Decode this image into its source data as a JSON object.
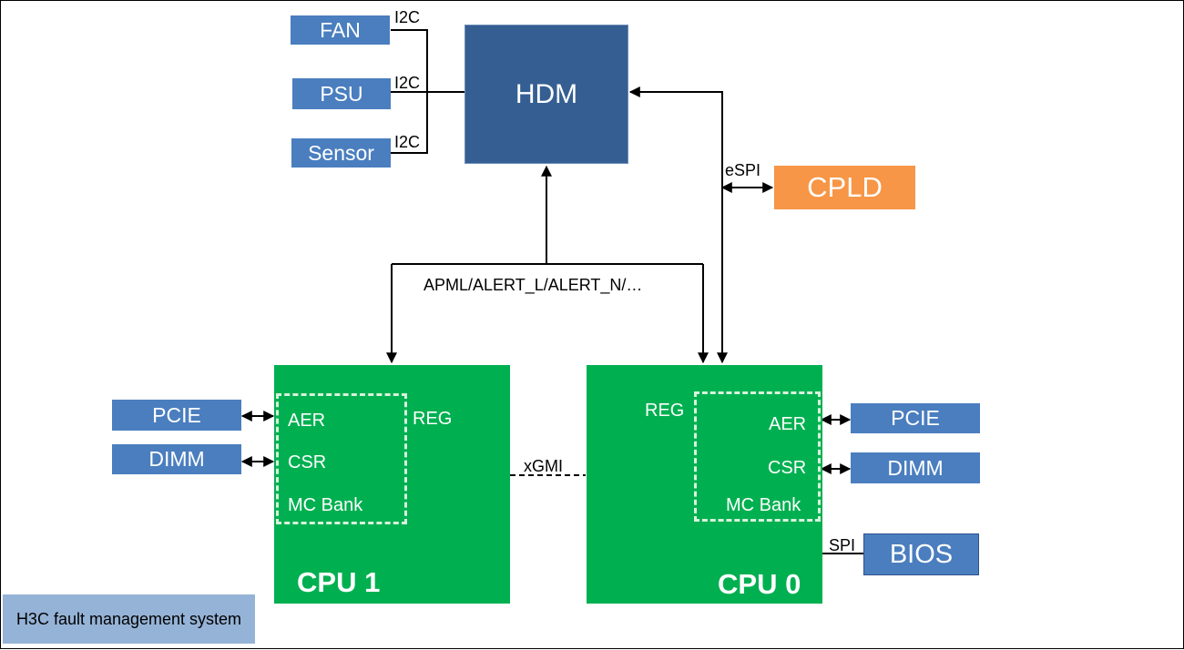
{
  "hdm": {
    "label": "HDM"
  },
  "cpld": {
    "label": "CPLD"
  },
  "bios": {
    "label": "BIOS"
  },
  "left_peripherals": {
    "fan": "FAN",
    "psu": "PSU",
    "sensor": "Sensor",
    "bus_label": "I2C"
  },
  "links": {
    "apml": "APML/ALERT_L/ALERT_N/…",
    "espi": "eSPI",
    "xgmi": "xGMI",
    "spi": "SPI"
  },
  "cpu1": {
    "title": "CPU 1",
    "reg": "REG",
    "aer": "AER",
    "csr": "CSR",
    "mc_bank": "MC Bank",
    "pcie": "PCIE",
    "dimm": "DIMM"
  },
  "cpu0": {
    "title": "CPU 0",
    "reg": "REG",
    "aer": "AER",
    "csr": "CSR",
    "mc_bank": "MC Bank",
    "pcie": "PCIE",
    "dimm": "DIMM"
  },
  "legend": {
    "text": "H3C fault management system"
  },
  "colors": {
    "peripheral_blue": "#4a7ebf",
    "hdm_navy": "#355f92",
    "cpld_orange": "#f79646",
    "cpu_green": "#00b050",
    "legend_blue": "#95b3d7"
  }
}
